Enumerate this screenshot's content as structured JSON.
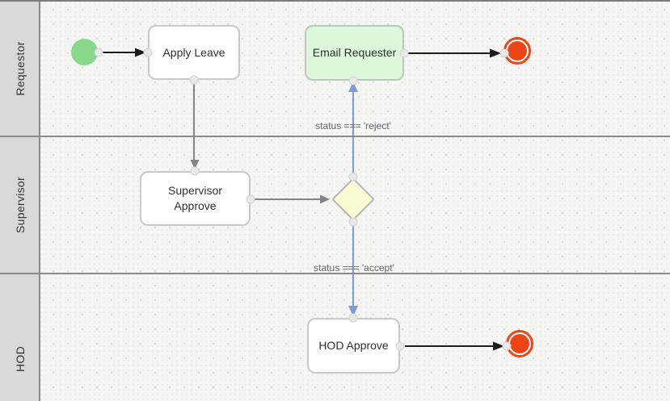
{
  "colors": {
    "accent_green": "#87d88b",
    "task_green_bg": "#def6dc",
    "end_red": "#ee4517",
    "gateway_yellow": "#fafad2",
    "flow_blue": "#7e9bd4",
    "flow_gray": "#848484",
    "flow_black": "#1c1c1c"
  },
  "lanes": [
    {
      "label": "Requestor"
    },
    {
      "label": "Supervisor"
    },
    {
      "label": "HOD"
    }
  ],
  "nodes": {
    "start_event": {
      "icon": "green-circle-start-icon"
    },
    "apply_leave": {
      "label": "Apply Leave"
    },
    "email_requester": {
      "label": "Email Requester"
    },
    "supervisor_approve": {
      "label": "Supervisor Approve"
    },
    "hod_approve": {
      "label": "HOD Approve"
    },
    "gateway": {
      "icon": "decision-diamond-icon"
    },
    "end_event_requestor": {
      "icon": "red-ring-end-icon"
    },
    "end_event_hod": {
      "icon": "red-ring-end-icon"
    }
  },
  "edge_labels": {
    "reject": "status === 'reject'",
    "accept": "status === 'accept'"
  }
}
